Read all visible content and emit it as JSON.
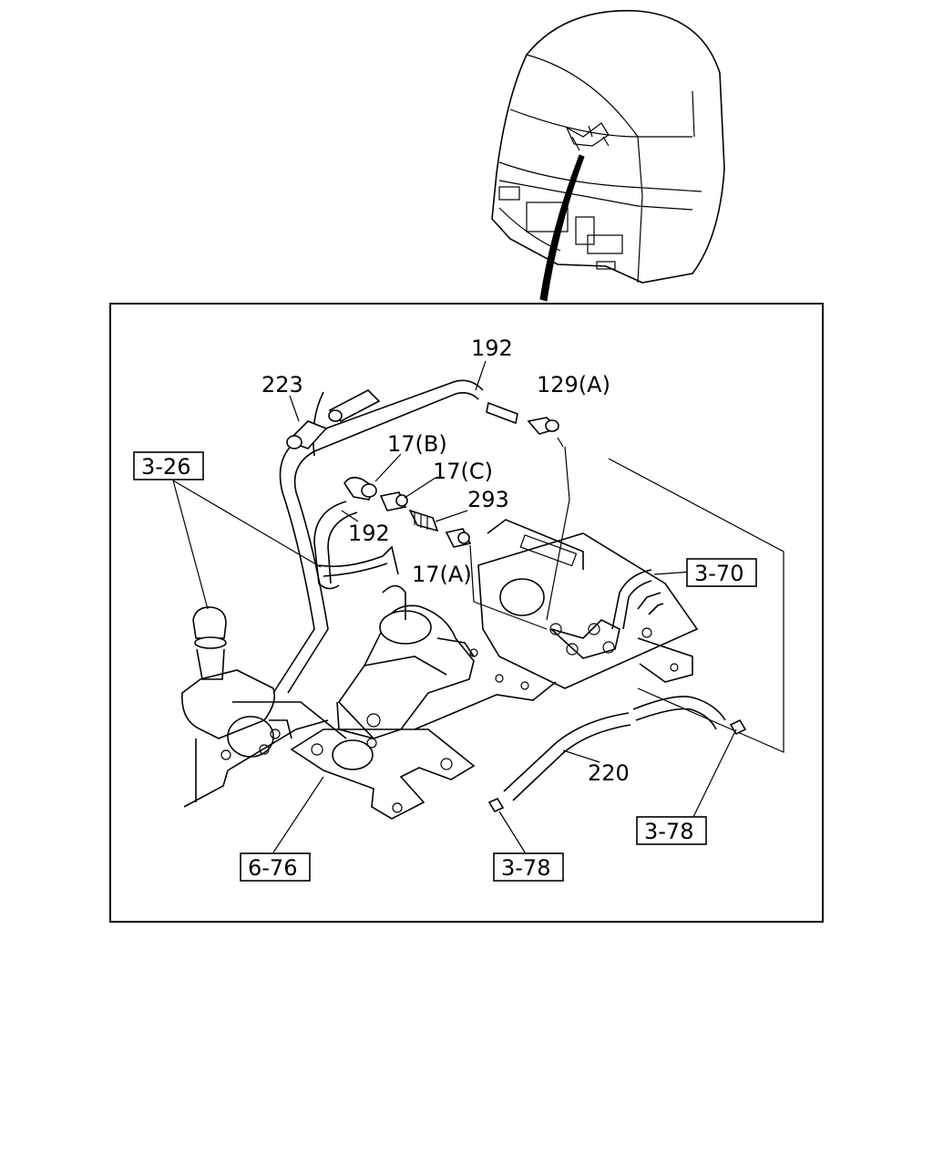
{
  "part_labels": {
    "p192_top": "192",
    "p223": "223",
    "p129a": "129(A)",
    "p17b": "17(B)",
    "p17c": "17(C)",
    "p293": "293",
    "p192_mid": "192",
    "p17a": "17(A)",
    "p220": "220"
  },
  "ref_labels": {
    "r3_26": "3-26",
    "r3_70": "3-70",
    "r3_78_right": "3-78",
    "r3_78_bottom": "3-78",
    "r6_76": "6-76"
  }
}
